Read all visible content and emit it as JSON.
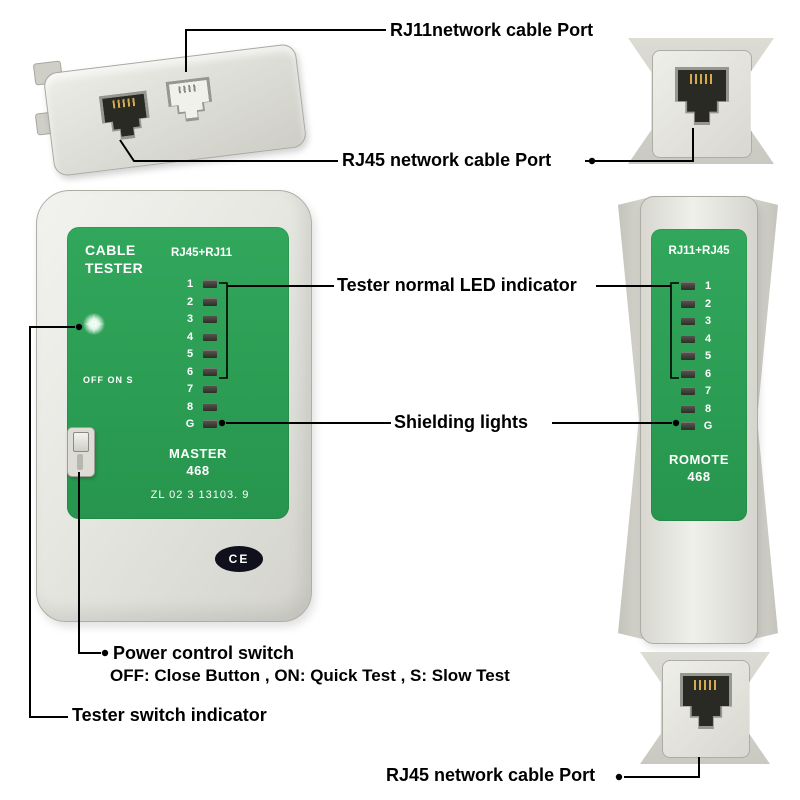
{
  "annotations": {
    "rj11_port_top": "RJ11network cable Port",
    "rj45_port_top": "RJ45 network cable Port",
    "led_indicator": "Tester normal LED indicator",
    "shielding": "Shielding lights",
    "power_switch_title": "Power control switch",
    "power_switch_modes": "OFF: Close Button , ON: Quick Test , S: Slow Test",
    "tester_switch": "Tester switch indicator",
    "rj45_port_bottom": "RJ45 network cable Port"
  },
  "master_unit": {
    "brand_line1": "CABLE",
    "brand_line2": "TESTER",
    "port_type": "RJ45+RJ11",
    "mode_labels": "OFF ON S",
    "led_labels": [
      "1",
      "2",
      "3",
      "4",
      "5",
      "6",
      "7",
      "8",
      "G"
    ],
    "name": "MASTER",
    "model": "468",
    "serial": "ZL 02 3 13103. 9",
    "certification": "CE"
  },
  "remote_unit": {
    "port_type": "RJ11+RJ45",
    "led_labels": [
      "1",
      "2",
      "3",
      "4",
      "5",
      "6",
      "7",
      "8",
      "G"
    ],
    "name": "ROMOTE",
    "model": "468"
  },
  "colors": {
    "panel_green": "#2a9c52",
    "device_gray": "#e8e8e3",
    "led_dark": "#35342e",
    "annotation_line": "#000000"
  }
}
